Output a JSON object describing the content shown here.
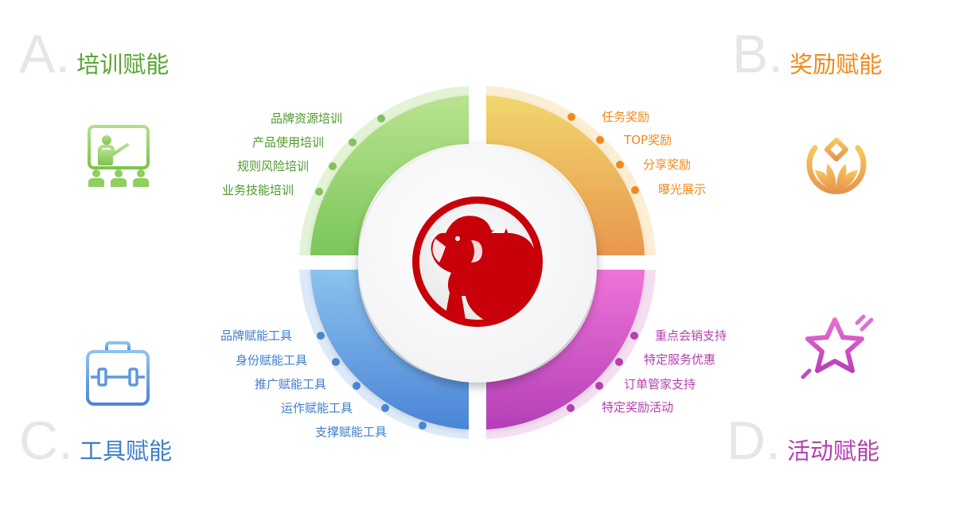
{
  "colors": {
    "green": "#5aa534",
    "orange": "#f08a1c",
    "blue": "#3f7fc9",
    "magenta": "#b43fb0",
    "logo_red": "#c8000a"
  },
  "quadrants": [
    {
      "key": "a",
      "letter": "A.",
      "title": "培训赋能",
      "icon": "teacher-presentation-icon",
      "items": [
        "品牌资源培训",
        "产品使用培训",
        "规则风险培训",
        "业务技能培训"
      ]
    },
    {
      "key": "b",
      "letter": "B.",
      "title": "奖励赋能",
      "icon": "coin-lotus-icon",
      "items": [
        "任务奖励",
        "TOP奖励",
        "分享奖励",
        "曝光展示"
      ]
    },
    {
      "key": "c",
      "letter": "C.",
      "title": "工具赋能",
      "icon": "toolbox-icon",
      "items": [
        "品牌赋能工具",
        "身份赋能工具",
        "推广赋能工具",
        "运作赋能工具",
        "支撑赋能工具"
      ]
    },
    {
      "key": "d",
      "letter": "D.",
      "title": "活动赋能",
      "icon": "star-sparkle-icon",
      "items": [
        "重点会销支持",
        "特定服务优惠",
        "订单管家支持",
        "特定奖励活动"
      ]
    }
  ],
  "center_logo": "elephant-stars-logo"
}
